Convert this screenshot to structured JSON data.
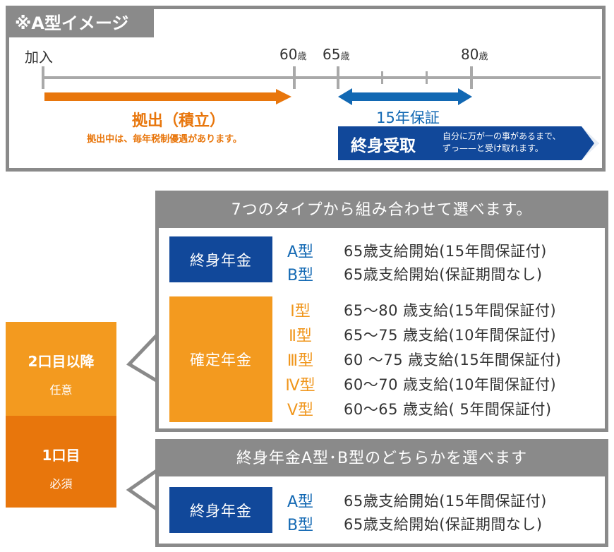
{
  "image_box": {
    "title": "※A型イメージ",
    "timeline": {
      "join_label": "加入",
      "age60_num": "60",
      "age65_num": "65",
      "age80_num": "80",
      "age_unit": "歳"
    },
    "contribution": {
      "title": "拠出（積立）",
      "note": "拠出中は、毎年税制優遇があります。"
    },
    "guarantee_label": "15年保証",
    "lifetime": {
      "label": "終身受取",
      "note_line1": "自分に万が一の事があるまで、",
      "note_line2": "ずっ——と受け取れます。"
    }
  },
  "left": {
    "second_onward": {
      "main": "2口目以降",
      "sub": "任意"
    },
    "first": {
      "main": "1口目",
      "sub": "必須"
    }
  },
  "upper_panel": {
    "header": "7つのタイプから組み合わせて選べます。",
    "lifetime_category": "終身年金",
    "lifetime_rows": [
      {
        "type": "A型",
        "desc": "65歳支給開始(15年間保証付)"
      },
      {
        "type": "B型",
        "desc": "65歳支給開始(保証期間なし)"
      }
    ],
    "fixed_category": "確定年金",
    "fixed_rows": [
      {
        "type": "Ⅰ型",
        "desc": "65〜80 歳支給(15年間保証付)"
      },
      {
        "type": "Ⅱ型",
        "desc": "65〜75 歳支給(10年間保証付)"
      },
      {
        "type": "Ⅲ型",
        "desc": "60 〜75 歳支給(15年間保証付)"
      },
      {
        "type": "Ⅳ型",
        "desc": "60〜70 歳支給(10年間保証付)"
      },
      {
        "type": "Ⅴ型",
        "desc": "60〜65 歳支給(  5年間保証付)"
      }
    ]
  },
  "lower_panel": {
    "header": "終身年金A型･B型のどちらかを選べます",
    "category": "終身年金",
    "rows": [
      {
        "type": "A型",
        "desc": "65歳支給開始(15年間保証付)"
      },
      {
        "type": "B型",
        "desc": "65歳支給開始(保証期間なし)"
      }
    ]
  },
  "colors": {
    "gray": "#8a8a8a",
    "orange": "#e8760c",
    "light_orange": "#f39a1f",
    "blue": "#1268b3",
    "navy": "#11489a"
  }
}
